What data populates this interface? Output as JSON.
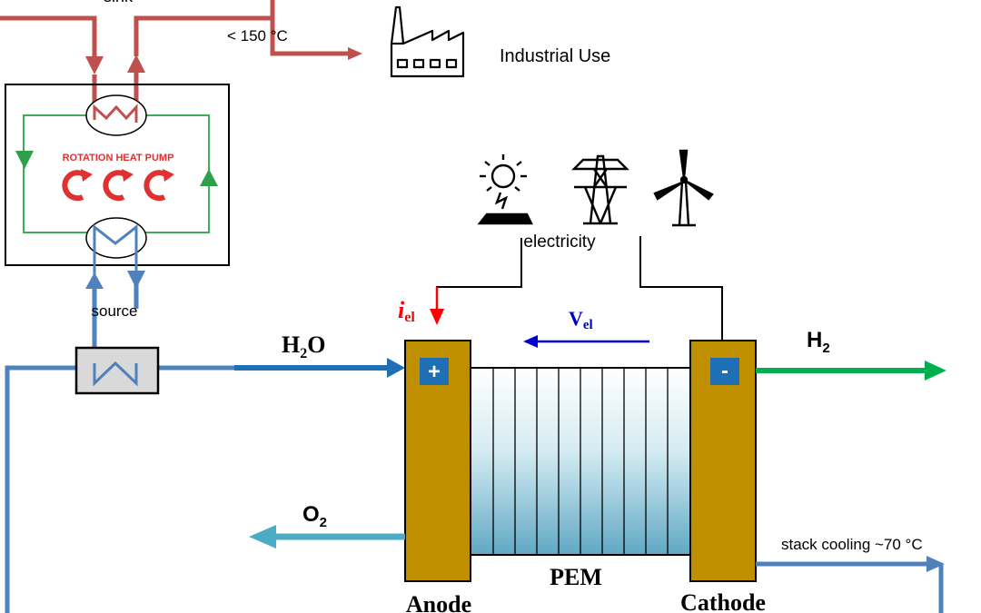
{
  "labels": {
    "sink": "sink",
    "temp_industrial": "< 150 °C",
    "industrial_use": "Industrial Use",
    "heat_pump_title": "ROTATION HEAT PUMP",
    "source": "source",
    "electricity": "electricity",
    "current_symbol": "i",
    "current_sub": "el",
    "voltage_symbol": "V",
    "voltage_sub": "el",
    "water_main": "H",
    "water_sub": "2",
    "water_tail": "O",
    "hydrogen_main": "H",
    "hydrogen_sub": "2",
    "oxygen_main": "O",
    "oxygen_sub": "2",
    "anode_sign": "+",
    "cathode_sign": "-",
    "pem": "PEM",
    "anode": "Anode",
    "cathode": "Cathode",
    "stack_cooling": "stack cooling ~70 °C"
  },
  "icons": [
    "factory-icon",
    "solar-panel-icon",
    "power-tower-icon",
    "wind-turbine-icon",
    "rotation-arrow-icon"
  ],
  "colors": {
    "heat_line": "#c0504d",
    "cold_line": "#4f81bd",
    "green_loop": "#2ca14a",
    "hp_red": "#e03030",
    "electrode": "#bf8f00",
    "h2_line": "#00b050",
    "o2_line": "#4bacc6",
    "water_line": "#1f6fb5",
    "voltage_arrow": "#0000cc",
    "current_arrow": "#ff0000"
  }
}
